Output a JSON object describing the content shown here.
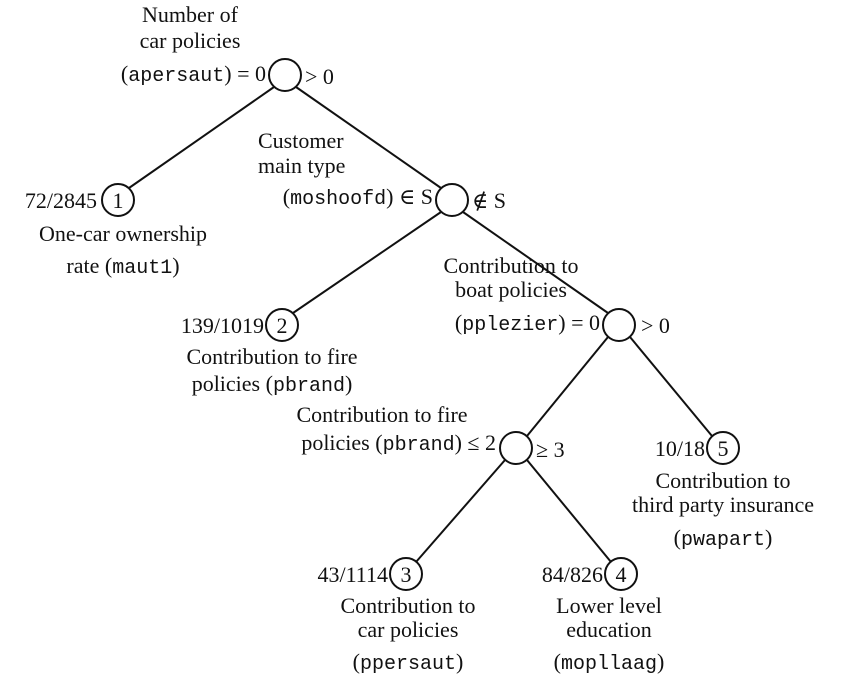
{
  "root": {
    "label_lines": [
      "Number of",
      "car policies"
    ],
    "var": "apersaut",
    "left_cond": ") = 0",
    "right_cond": "> 0"
  },
  "node1": {
    "id": "1",
    "count": "72/2845",
    "label_lines": [
      "One-car ownership",
      "rate ("
    ],
    "var": "maut1",
    "close": ")"
  },
  "moshoofd": {
    "label_lines": [
      "Customer",
      "main type"
    ],
    "var": "moshoofd",
    "left_cond": ") ∈ S",
    "right_cond": "∉ S"
  },
  "node2": {
    "id": "2",
    "count": "139/1019",
    "label_lines": [
      "Contribution to fire",
      "policies ("
    ],
    "var": "pbrand",
    "close": ")"
  },
  "pplezier": {
    "label_lines": [
      "Contribution to",
      "boat policies"
    ],
    "var": "pplezier",
    "left_cond": ") = 0",
    "right_cond": "> 0"
  },
  "pbrand": {
    "label_lines": [
      "Contribution to fire",
      "policies ("
    ],
    "var": "pbrand",
    "left_cond": ") ≤ 2",
    "right_cond": "≥ 3"
  },
  "node5": {
    "id": "5",
    "count": "10/18",
    "label_lines": [
      "Contribution to",
      "third party insurance"
    ],
    "var": "pwapart"
  },
  "node3": {
    "id": "3",
    "count": "43/1114",
    "label_lines": [
      "Contribution to",
      "car policies"
    ],
    "var": "ppersaut"
  },
  "node4": {
    "id": "4",
    "count": "84/826",
    "label_lines": [
      "Lower level",
      "education"
    ],
    "var": "mopllaag"
  },
  "paren_open": "(",
  "paren_close": ")"
}
